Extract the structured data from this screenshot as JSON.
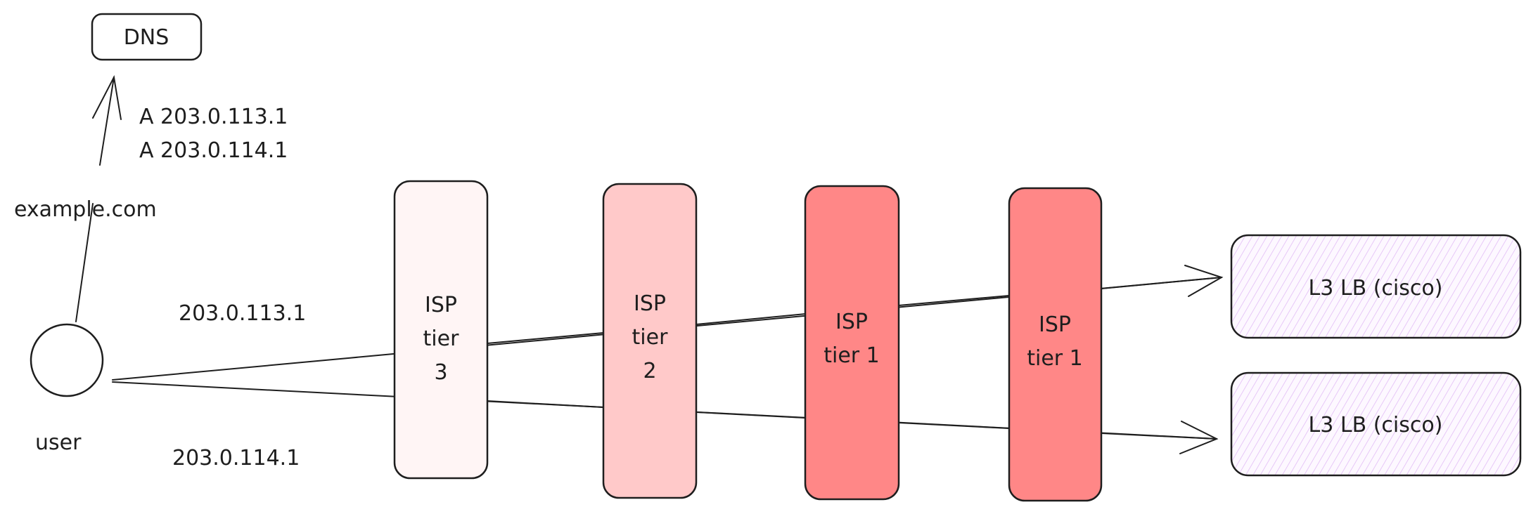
{
  "dns": {
    "label": "DNS"
  },
  "dns_query": {
    "label": "example.com"
  },
  "dns_records": [
    "A 203.0.113.1",
    "A 203.0.114.1"
  ],
  "user": {
    "label": "user"
  },
  "routes": [
    {
      "ip": "203.0.113.1"
    },
    {
      "ip": "203.0.114.1"
    }
  ],
  "isps": [
    {
      "lines": [
        "ISP",
        "tier",
        "3"
      ],
      "color": "#fff5f5"
    },
    {
      "lines": [
        "ISP",
        "tier",
        "2"
      ],
      "color": "#ffc9c9"
    },
    {
      "lines": [
        "ISP",
        "tier 1"
      ],
      "color": "#ff8787"
    },
    {
      "lines": [
        "ISP",
        "tier 1"
      ],
      "color": "#ff8787"
    }
  ],
  "load_balancers": [
    {
      "label": "L3 LB (cisco)"
    },
    {
      "label": "L3 LB (cisco)"
    }
  ],
  "colors": {
    "stroke": "#1e1e1e",
    "lb_hatch": "#e0b8f5",
    "lb_fill": "#fdf8ff"
  }
}
